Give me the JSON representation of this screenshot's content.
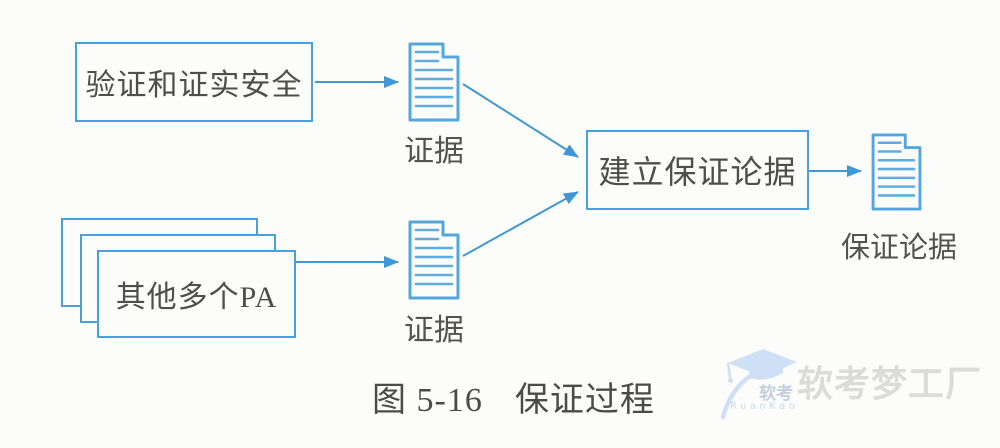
{
  "diagram": {
    "verify_box": {
      "label": "验证和证实安全"
    },
    "other_pa_stack": {
      "label": "其他多个PA"
    },
    "build_box": {
      "label": "建立保证论据"
    },
    "evidence_label_top": "证据",
    "evidence_label_bottom": "证据",
    "assurance_label": "保证论据"
  },
  "caption": {
    "number": "图 5-16",
    "title": "保证过程"
  },
  "watermark": {
    "brand": "软考梦工厂",
    "logo_cn": "软考",
    "logo_en": "RuanKao"
  },
  "colors": {
    "diagram_blue": "#4aa0da",
    "arrow_blue": "#3f98d5",
    "text_gray": "#4e4e4e",
    "watermark_gray": "#dbdbd8",
    "watermark_blue": "#cde0f5"
  }
}
